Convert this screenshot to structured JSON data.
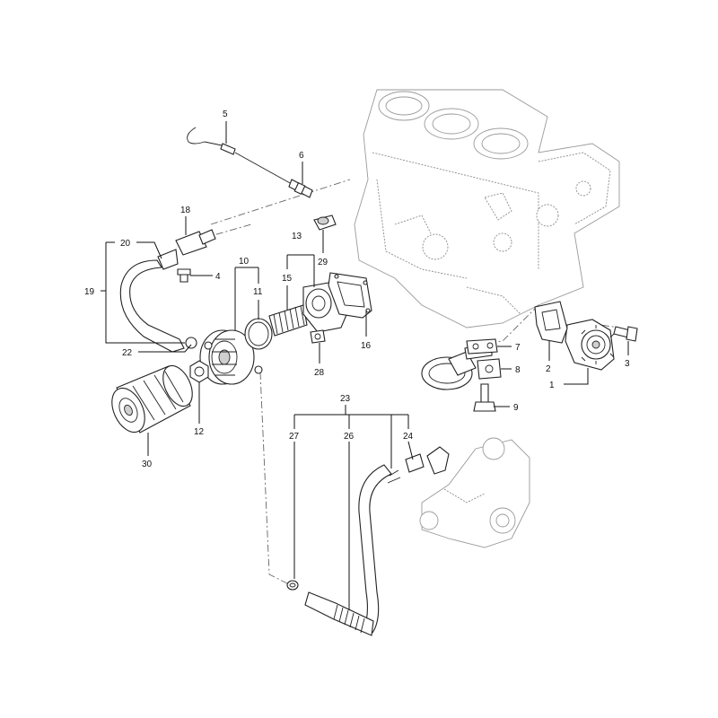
{
  "callouts": [
    {
      "id": "c1",
      "label": "1"
    },
    {
      "id": "c2",
      "label": "2"
    },
    {
      "id": "c3",
      "label": "3"
    },
    {
      "id": "c4",
      "label": "4"
    },
    {
      "id": "c5",
      "label": "5"
    },
    {
      "id": "c6",
      "label": "6"
    },
    {
      "id": "c7",
      "label": "7"
    },
    {
      "id": "c8",
      "label": "8"
    },
    {
      "id": "c9",
      "label": "9"
    },
    {
      "id": "c10",
      "label": "10"
    },
    {
      "id": "c11",
      "label": "11"
    },
    {
      "id": "c12",
      "label": "12"
    },
    {
      "id": "c13",
      "label": "13"
    },
    {
      "id": "c15",
      "label": "15"
    },
    {
      "id": "c16",
      "label": "16"
    },
    {
      "id": "c18",
      "label": "18"
    },
    {
      "id": "c19",
      "label": "19"
    },
    {
      "id": "c20",
      "label": "20"
    },
    {
      "id": "c22",
      "label": "22"
    },
    {
      "id": "c23",
      "label": "23"
    },
    {
      "id": "c24",
      "label": "24"
    },
    {
      "id": "c26",
      "label": "26"
    },
    {
      "id": "c27",
      "label": "27"
    },
    {
      "id": "c28",
      "label": "28"
    },
    {
      "id": "c29",
      "label": "29"
    },
    {
      "id": "c30",
      "label": "30"
    }
  ]
}
